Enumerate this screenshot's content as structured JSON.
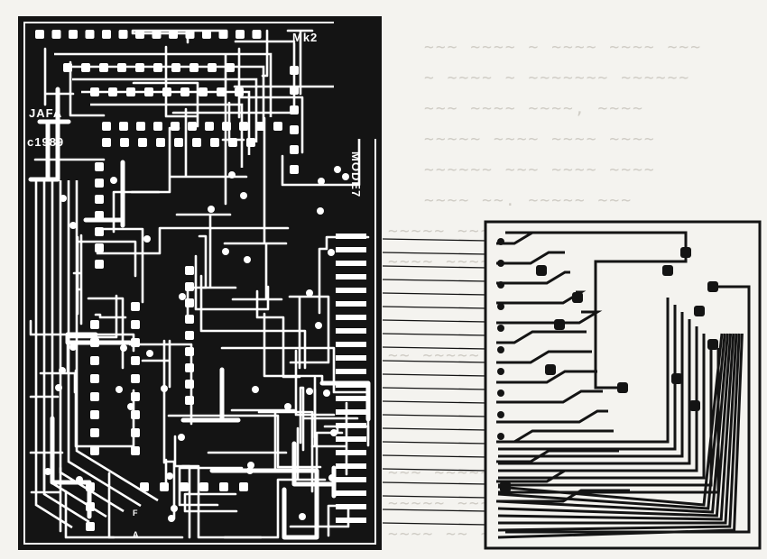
{
  "board": {
    "labels": {
      "revision": "Mk2",
      "maker": "JAFA",
      "copyright": "c1989",
      "mode": "MODE7",
      "pad_f": "F",
      "pad_a": "A"
    }
  },
  "colors": {
    "paper": "#f4f3ef",
    "board": "#141414",
    "trace": "#ffffff",
    "ink": "#141414",
    "show_through": "#cfccc5"
  }
}
